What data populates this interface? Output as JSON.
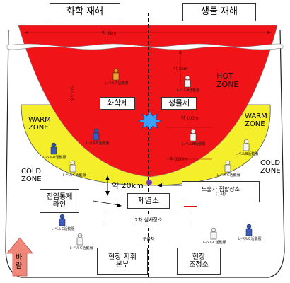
{
  "headers": {
    "chemical": "화학 재해",
    "biological": "생물 재해"
  },
  "zones": {
    "hot": "HOT\nZONE",
    "warm_left": "WARM\nZONE",
    "warm_right": "WARM\nZONE",
    "cold_left": "COLD\nZONE",
    "cold_right": "COLD\nZONE"
  },
  "agents": {
    "chemical": "화학제",
    "biological": "생물제"
  },
  "distances": {
    "top": "약 2km",
    "hot_mid": "약 3km",
    "warm_r1": "약 100m",
    "warm_r2": "약 100m",
    "cold": "약 20km"
  },
  "wind_small": "バランク",
  "facilities": {
    "entry_control": "진입통제\n라인",
    "decon": "제염소",
    "exposure_area": "노출자 집합장소",
    "exposure_sub": "(1차)",
    "second_exam": "2차 심사장소",
    "ambulance": "구급차",
    "field_hq": "현장 지휘\n본부",
    "field_coord": "현장\n조정소"
  },
  "wind": "바\n람",
  "worker_tags": {
    "level_a": "レベルA活動服",
    "level_b": "レベルB活動服",
    "level_c": "レベルC活動服"
  },
  "colors": {
    "hot": "#f01418",
    "warm": "#f4ef2a",
    "decon_dot": "#7a3cc0",
    "arrow": "#ef8878",
    "burst": "#3aa0ff",
    "red_line": "#e01010"
  }
}
